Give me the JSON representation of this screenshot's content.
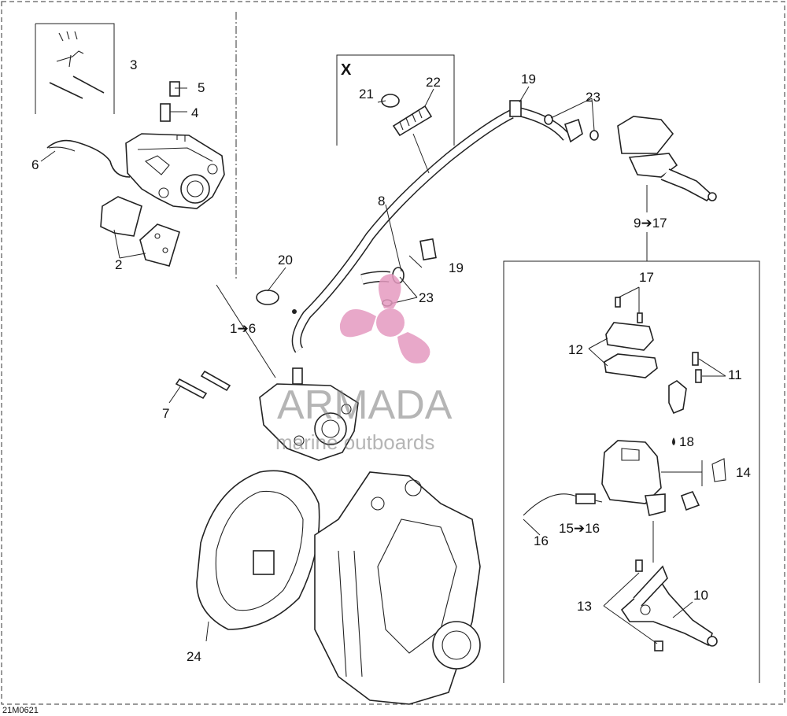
{
  "labels": {
    "l2": "2",
    "l3": "3",
    "l4": "4",
    "l5": "5",
    "l6": "6",
    "l7": "7",
    "l8": "8",
    "l9_17": "9➔17",
    "l1_6": "1➔6",
    "l10": "10",
    "l11": "11",
    "l12": "12",
    "l13": "13",
    "l14": "14",
    "l15_16": "15➔16",
    "l16": "16",
    "l17": "17",
    "l18": "18",
    "l19a": "19",
    "l19b": "19",
    "l20": "20",
    "l21": "21",
    "l22": "22",
    "l23a": "23",
    "l23b": "23",
    "l24": "24",
    "detail_x": "X"
  },
  "footer": {
    "code": "21M0621"
  },
  "watermark": {
    "brand": "ARMADA",
    "tagline": "marine outboards",
    "color": "#e59ac0"
  }
}
